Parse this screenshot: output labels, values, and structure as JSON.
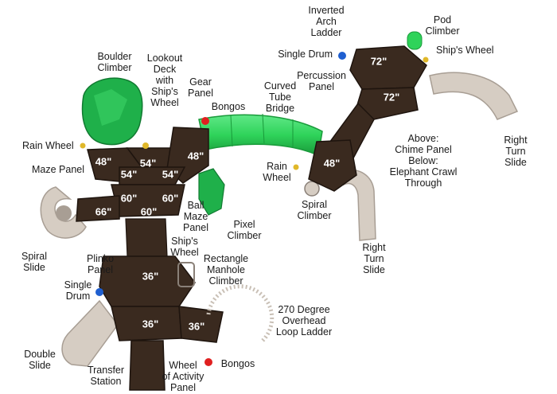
{
  "colors": {
    "deck": "#3a2a1f",
    "deck_edge": "#1e140e",
    "slide": "#d6cdc3",
    "slide_shadow": "#a89e94",
    "tube": "#2fd35a",
    "tube_dark": "#199a3a",
    "climber": "#1fb04a",
    "post": "#b58b79",
    "text": "#1a1a1a",
    "accent_red": "#e02020",
    "accent_blue": "#1f5fd0",
    "accent_yellow": "#e0b82a"
  },
  "labels": {
    "inverted_arch_ladder": "Inverted\nArch\nLadder",
    "pod_climber": "Pod\nClimber",
    "single_drum_top": "Single Drum",
    "ships_wheel_right": "Ship's Wheel",
    "boulder_climber": "Boulder\nClimber",
    "lookout_deck": "Lookout\nDeck\nwith\nShip's\nWheel",
    "gear_panel": "Gear\nPanel",
    "curved_tube_bridge": "Curved\nTube\nBridge",
    "percussion_panel": "Percussion\nPanel",
    "bongos_top": "Bongos",
    "rain_wheel_left": "Rain Wheel",
    "maze_panel": "Maze Panel",
    "right_turn_slide_far": "Right\nTurn\nSlide",
    "above_below": "Above:\nChime Panel\nBelow:\nElephant Crawl\nThrough",
    "rain_wheel_center": "Rain\nWheel",
    "spiral_climber": "Spiral\nClimber",
    "ball_maze_panel": "Ball\nMaze\nPanel",
    "pixel_climber": "Pixel\nClimber",
    "ships_wheel_mid": "Ship's\nWheel",
    "spiral_slide": "Spiral\nSlide",
    "plinko_panel": "Plinko\nPanel",
    "rectangle_manhole_climber": "Rectangle\nManhole\nClimber",
    "single_drum_bottom": "Single\nDrum",
    "right_turn_slide_center": "Right\nTurn\nSlide",
    "loop_ladder": "270 Degree\nOverhead\nLoop Ladder",
    "double_slide": "Double\nSlide",
    "transfer_station": "Transfer\nStation",
    "wheel_of_activity": "Wheel\nof Activity\nPanel",
    "bongos_bottom": "Bongos"
  },
  "heights": {
    "h72_top": "72\"",
    "h72_mid": "72\"",
    "h48_right": "48\"",
    "h48_left": "48\"",
    "h54_top": "54\"",
    "h48_topright": "48\"",
    "h54_left": "54\"",
    "h54_right": "54\"",
    "h60_left": "60\"",
    "h60_right": "60\"",
    "h66": "66\"",
    "h60_center": "60\"",
    "h36_top": "36\"",
    "h36_mid": "36\"",
    "h36_right": "36\""
  }
}
